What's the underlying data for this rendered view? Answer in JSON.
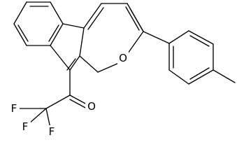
{
  "molecule": {
    "atoms": {
      "ring_oxygen": "O",
      "carbonyl_oxygen": "O",
      "fluorine_1": "F",
      "fluorine_2": "F",
      "fluorine_3": "F"
    }
  }
}
